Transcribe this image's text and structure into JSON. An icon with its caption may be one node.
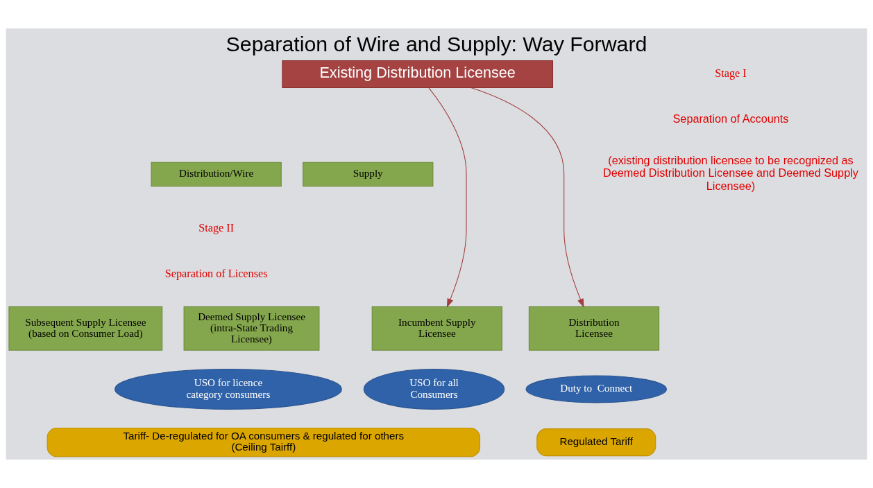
{
  "diagram": {
    "title": "Separation of Wire and Supply: Way Forward",
    "nodes": [
      {
        "text": [
          "Existing Distribution Licensee"
        ]
      },
      {
        "text": [
          "Distribution/Wire"
        ]
      },
      {
        "text": [
          "Supply"
        ]
      },
      {
        "text": [
          "Distribution Licensee"
        ]
      },
      {
        "text": [
          "Duty to  Connect"
        ]
      },
      {
        "text": [
          "Regulated Tariff"
        ]
      },
      {
        "text": [
          "Incumbent Supply Licensee"
        ]
      },
      {
        "text": [
          "Subsequent Supply Licensee (based on Consumer Load)"
        ]
      },
      {
        "text": [
          "Deemed Supply Licensee (intra-State Trading Licensee)"
        ]
      },
      {
        "text": [
          "USO for all Consumers"
        ]
      },
      {
        "text": [
          "USO for licence category consumers"
        ]
      },
      {
        "text": [
          "Tariff- De-regulated for OA consumers & regulated for others (Ceiling Tairff)"
        ]
      }
    ],
    "edges": [
      {
        "from": 0,
        "to": 3,
        "arrow": "to"
      },
      {
        "from": 0,
        "to": 6,
        "arrow": "to"
      }
    ],
    "labels": [
      "Stage I",
      "Separation of Accounts",
      "(existing distribution licensee to be recognized as Deemed Distribution Licensee and Deemed Supply Licensee)",
      "Stage II",
      "Separation of Licenses"
    ]
  }
}
